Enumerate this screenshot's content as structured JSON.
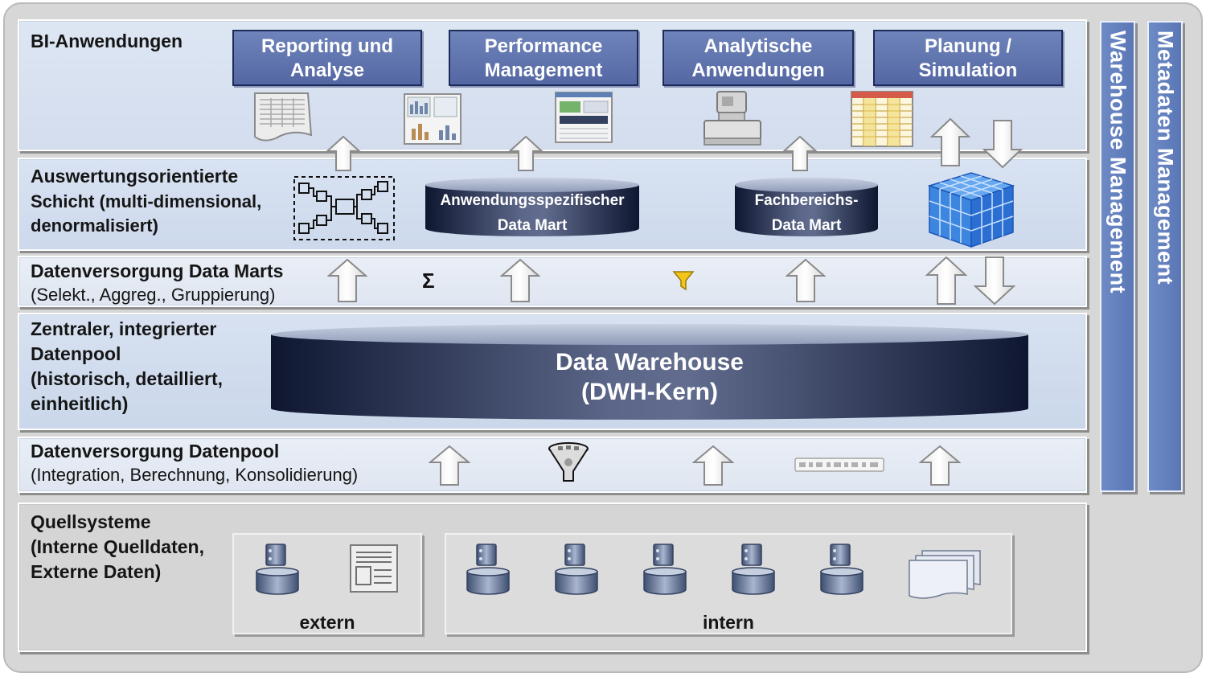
{
  "layers": {
    "bi": {
      "title": "BI-Anwendungen"
    },
    "auswertung": {
      "title": "Auswertungsorientierte",
      "desc": "Schicht (multi-dimensional,\ndenormalisiert)"
    },
    "dv_data_marts": {
      "title": "Datenversorgung  Data Marts",
      "desc": "(Selekt., Aggreg.,  Gruppierung)"
    },
    "zentral": {
      "title": "Zentraler, integrierter\nDatenpool\n(historisch, detailliert,\neinheitlich)"
    },
    "dv_datenpool": {
      "title": "Datenversorgung  Datenpool",
      "desc": "(Integration, Berechnung, Konsolidierung)"
    },
    "quell": {
      "title": "Quellsysteme\n(Interne Quelldaten,\nExterne Daten)"
    }
  },
  "applications": [
    {
      "label": "Reporting und\nAnalyse"
    },
    {
      "label": "Performance\nManagement"
    },
    {
      "label": "Analytische\nAnwendungen"
    },
    {
      "label": "Planung /\nSimulation"
    }
  ],
  "data_marts": {
    "anwendung": "Anwendungsspezifischer\nData Mart",
    "fachbereich": "Fachbereichs-\nData Mart"
  },
  "dwh": {
    "label": "Data Warehouse\n(DWH-Kern)"
  },
  "sigma_symbol": "Σ",
  "sources": {
    "extern": "extern",
    "intern": "intern"
  },
  "sidebars": {
    "warehouse": "Warehouse Management",
    "metadaten": "Metadaten Management"
  },
  "colors": {
    "app_box": "#5a6ca8",
    "sidebar": "#6280bd",
    "cylinder_dark": "#1e2a4a",
    "layer_blue": "#d3ddee",
    "source_gray": "#d5d5d5"
  },
  "icons": [
    "report-document-icon",
    "chart-dashboard-icon",
    "spreadsheet-screenshot-icon",
    "computer-terminal-icon",
    "table-grid-icon",
    "network-model-icon",
    "olap-cube-icon",
    "sigma-icon",
    "filter-funnel-icon",
    "funnel-filter-icon",
    "data-record-icon",
    "database-icon",
    "document-icon",
    "stacked-pages-icon"
  ]
}
